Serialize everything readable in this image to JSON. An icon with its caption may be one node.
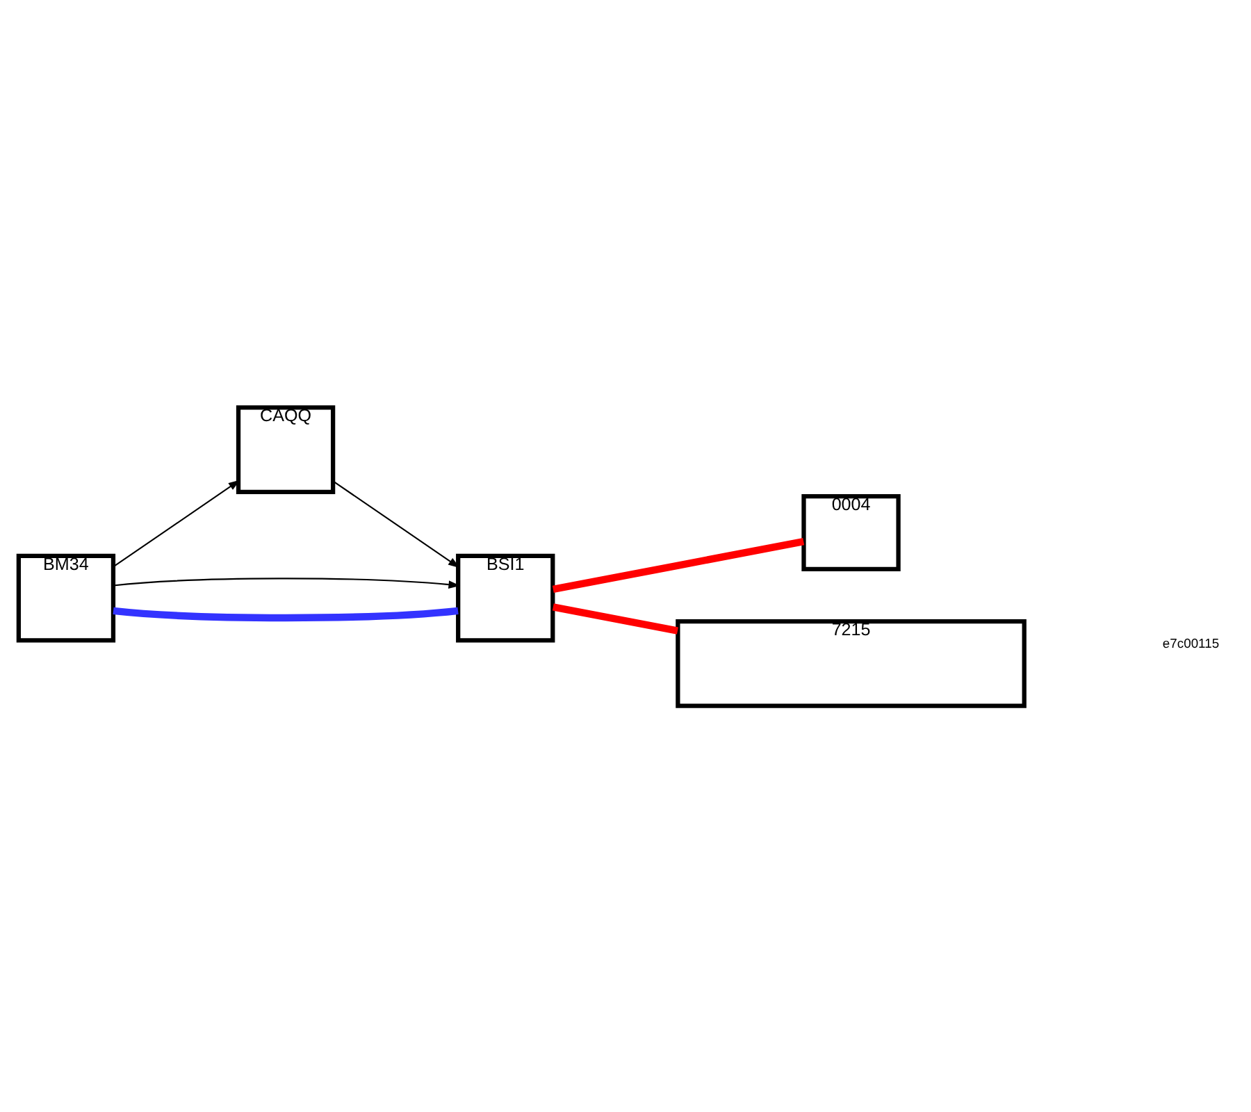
{
  "diagram": {
    "nodes": [
      {
        "text": [
          "BM34"
        ]
      },
      {
        "text": [
          "CAQQ"
        ]
      },
      {
        "text": [
          "BSI1"
        ]
      },
      {
        "text": [
          "0004"
        ]
      },
      {
        "text": [
          "7215"
        ]
      }
    ],
    "edges": [
      {
        "from": 0,
        "to": 2,
        "arrow": "none",
        "style": "thick",
        "color": "#3333ff"
      },
      {
        "from": 0,
        "to": 2,
        "arrow": "to"
      },
      {
        "from": 0,
        "to": 1,
        "arrow": "to"
      },
      {
        "from": 1,
        "to": 2,
        "arrow": "to"
      },
      {
        "from": 2,
        "to": 3,
        "arrow": "none",
        "style": "thick",
        "color": "#ff0000"
      },
      {
        "from": 2,
        "to": 4,
        "arrow": "none",
        "style": "thick",
        "color": "#ff0000"
      }
    ],
    "labels": [
      "e7c00115"
    ]
  }
}
